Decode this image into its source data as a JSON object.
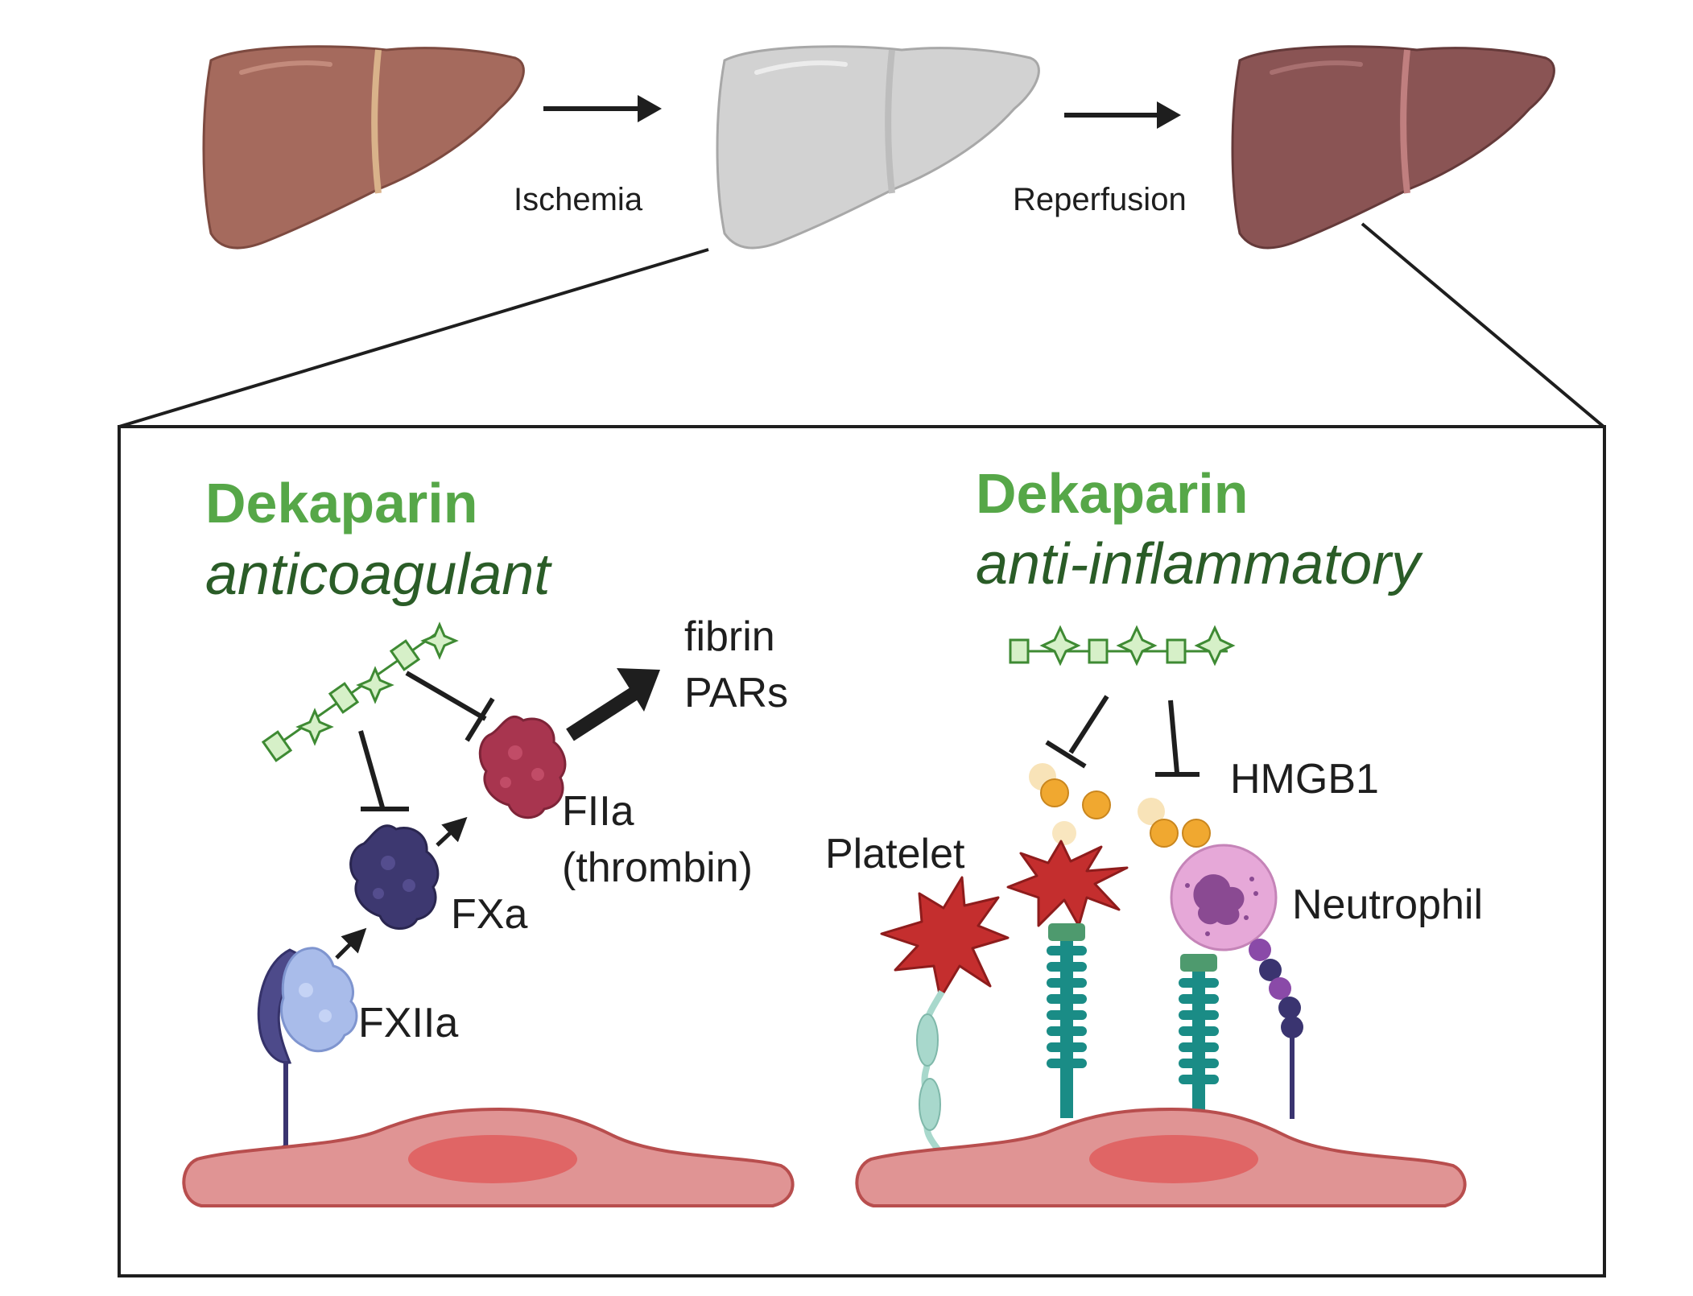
{
  "top": {
    "step1": "Ischemia",
    "step2": "Reperfusion"
  },
  "left_panel": {
    "drug": "Dekaparin",
    "effect": "anticoagulant",
    "fxiia": "FXIIa",
    "fxa": "FXa",
    "fiia": "FIIa",
    "thrombin": "(thrombin)",
    "out1": "fibrin",
    "out2": "PARs"
  },
  "right_panel": {
    "drug": "Dekaparin",
    "effect": "anti-inflammatory",
    "hmgb1": "HMGB1",
    "platelet": "Platelet",
    "neutrophil": "Neutrophil"
  },
  "colors": {
    "liver_normal": "#a56a5d",
    "liver_ischemic": "#d2d2d2",
    "liver_reperfused": "#8a5454",
    "drug_green": "#56a748",
    "drug_dark": "#2a5c27",
    "cell_body": "#e09494",
    "cell_nucleus": "#e06565",
    "fxiia": "#a9bcea",
    "fxa": "#3d3870",
    "fiia": "#a8354f",
    "platelet": "#c42e2e",
    "neutrophil": "#e6a8d8",
    "receptor_teal": "#1a8c86",
    "hmgb1": "#f0a830"
  }
}
